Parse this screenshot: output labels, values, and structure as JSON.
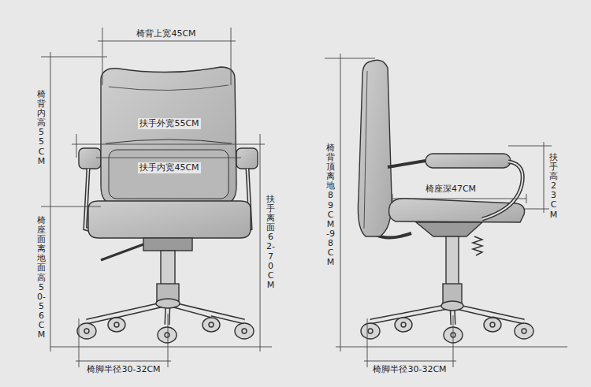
{
  "diagram": {
    "labels": [
      "椅背上宽45CM",
      "椅背内高55CM",
      "扶手外宽55CM",
      "扶手内宽45CM",
      "椅座面离地面高50-56CM",
      "扶手离面62-70CM",
      "椅脚半径30-32CM",
      "椅背顶离地89CM-98CM",
      "椅座深47CM",
      "扶手高23CM",
      "椅脚半径30-32CM"
    ]
  }
}
